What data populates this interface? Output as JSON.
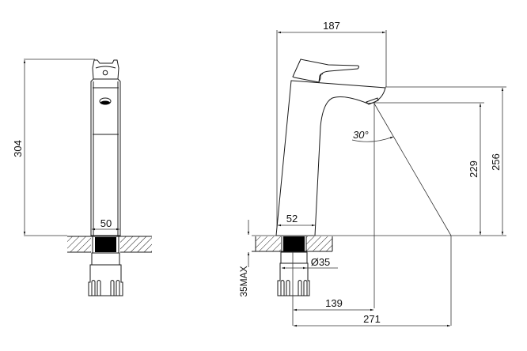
{
  "drawing": {
    "title": "Basin faucet technical drawing",
    "units": "mm",
    "colors": {
      "line": "#1a1a1a",
      "background": "#ffffff",
      "fill": "#000000"
    },
    "front_view": {
      "dimensions": {
        "overall_height": "304",
        "base_width": "50"
      }
    },
    "side_view": {
      "dimensions": {
        "overall_width": "187",
        "body_base_width": "52",
        "spout_height": "229",
        "overall_height_from_counter": "256",
        "spray_angle": "30°",
        "hole_diameter": "Ø35",
        "max_counter_thickness": "35MAX",
        "spout_reach": "139",
        "total_projection": "271"
      }
    }
  }
}
